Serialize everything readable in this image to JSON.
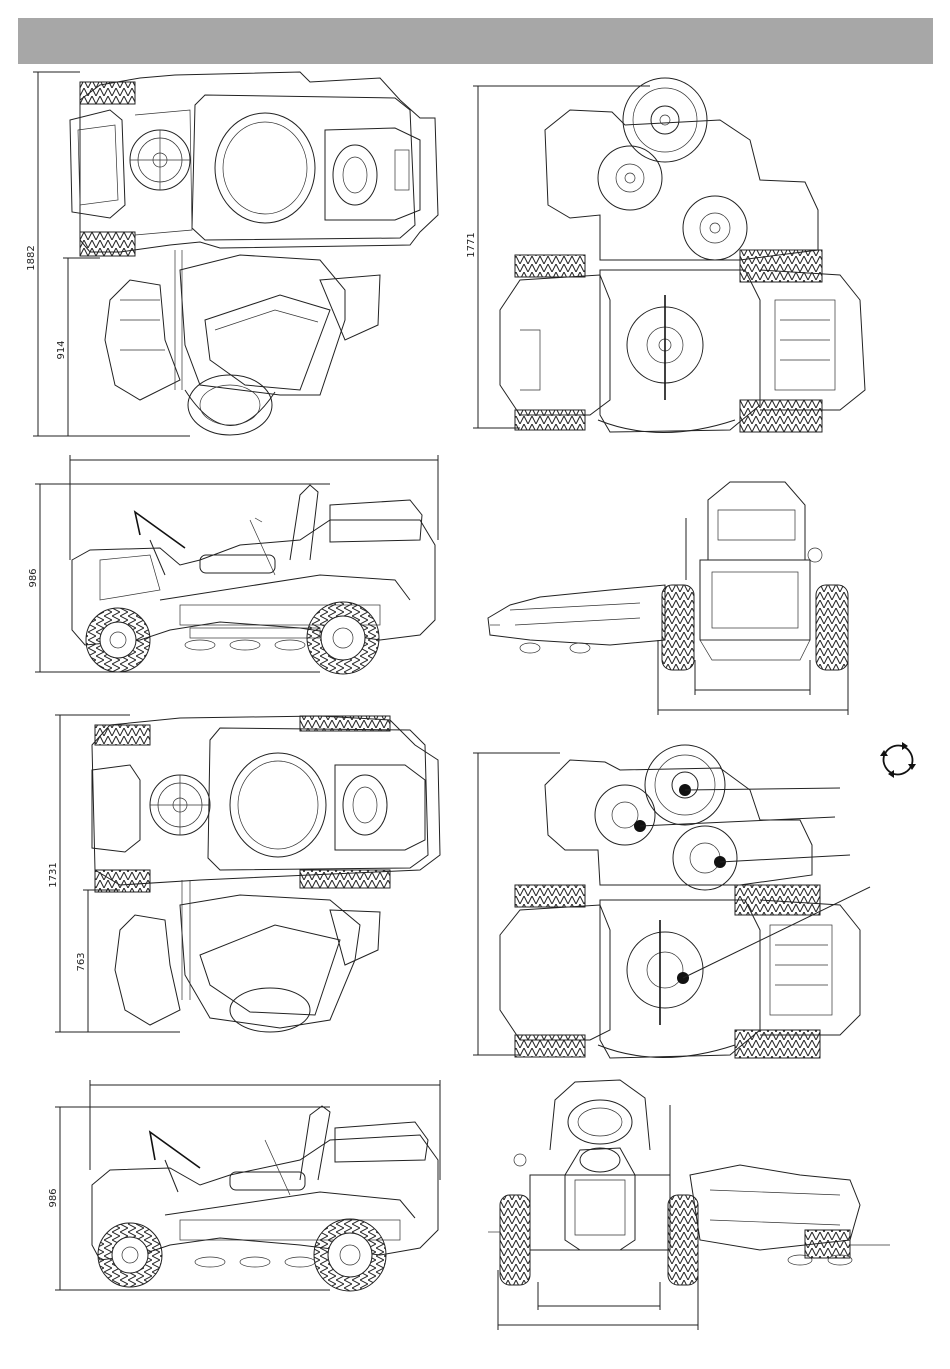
{
  "header": {
    "title": ""
  },
  "dimensions": {
    "view1_total_length": "1882",
    "view1_partial": "914",
    "view2_height": "986",
    "view3_total_length": "1771",
    "view5_total_length": "1731",
    "view5_partial": "763",
    "view6_height": "986"
  },
  "icons": {
    "rotate_symbol": "rotate-arrows-icon"
  }
}
